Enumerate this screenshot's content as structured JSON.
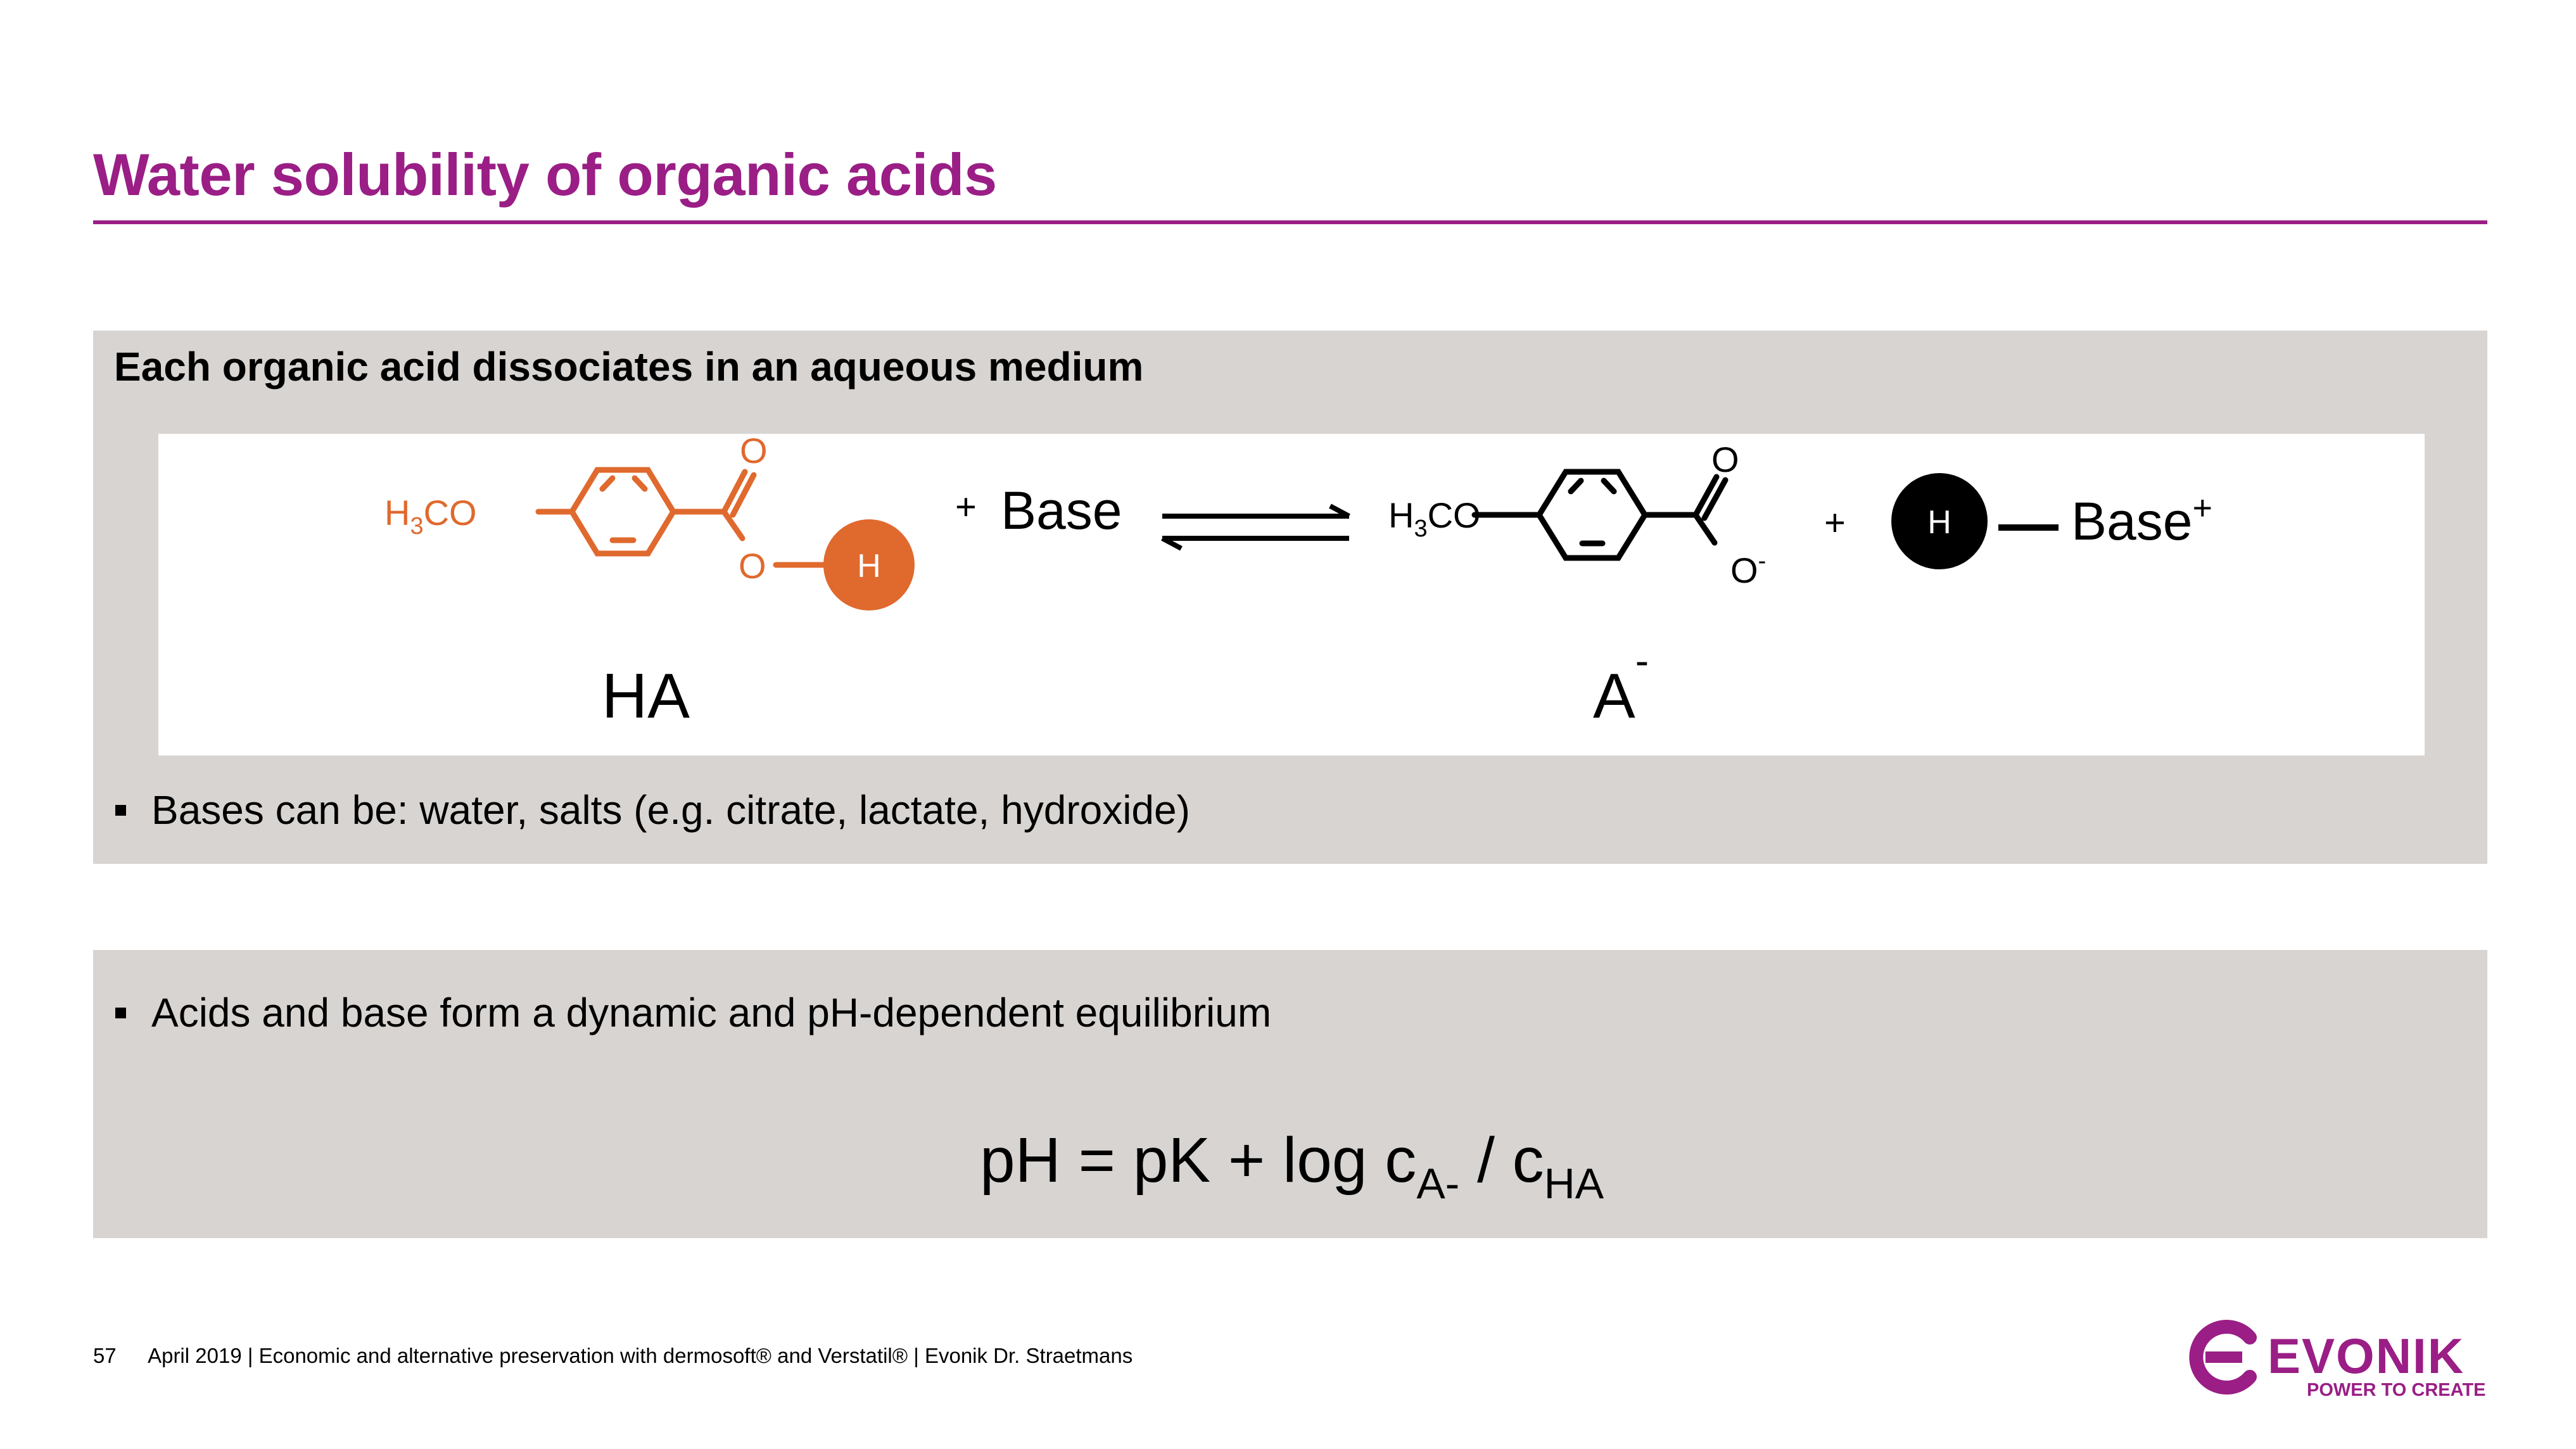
{
  "title": "Water solubility of organic acids",
  "panel1": {
    "heading": "Each organic acid dissociates in an aqueous medium",
    "reaction": {
      "left_substituent": "H",
      "left_substituent_sub": "3",
      "left_substituent_rest": "CO",
      "carbonyl_o": "O",
      "ester_o": "O",
      "proton_label": "H",
      "plus_base_sign": "+",
      "base_label": "Base",
      "right_substituent": "H",
      "right_substituent_sub": "3",
      "right_substituent_rest": "CO",
      "right_carbonyl_o": "O",
      "right_anion_o": "O",
      "right_anion_charge": "-",
      "plus_sign": "+",
      "proton_label_2": "H",
      "base_plus_label": "Base",
      "base_plus_charge": "+",
      "ha_label": "HA",
      "a_label": "A",
      "a_charge": "-"
    },
    "bullet": "Bases can be: water, salts (e.g. citrate, lactate, hydroxide)"
  },
  "panel2": {
    "bullet": "Acids and base form a dynamic and pH-dependent equilibrium",
    "formula_main": "pH = pK + log c",
    "formula_sub1": "A-",
    "formula_mid": " / c",
    "formula_sub2": "HA"
  },
  "footer": {
    "page": "57",
    "text": "April 2019  |  Economic and alternative preservation with dermosoft® and Verstatil®  |  Evonik Dr. Straetmans"
  },
  "logo": {
    "name": "EVONIK",
    "tagline": "POWER TO CREATE"
  },
  "colors": {
    "accent": "#9a1e85",
    "orange": "#e0692e",
    "panel": "#d7d4d1"
  }
}
